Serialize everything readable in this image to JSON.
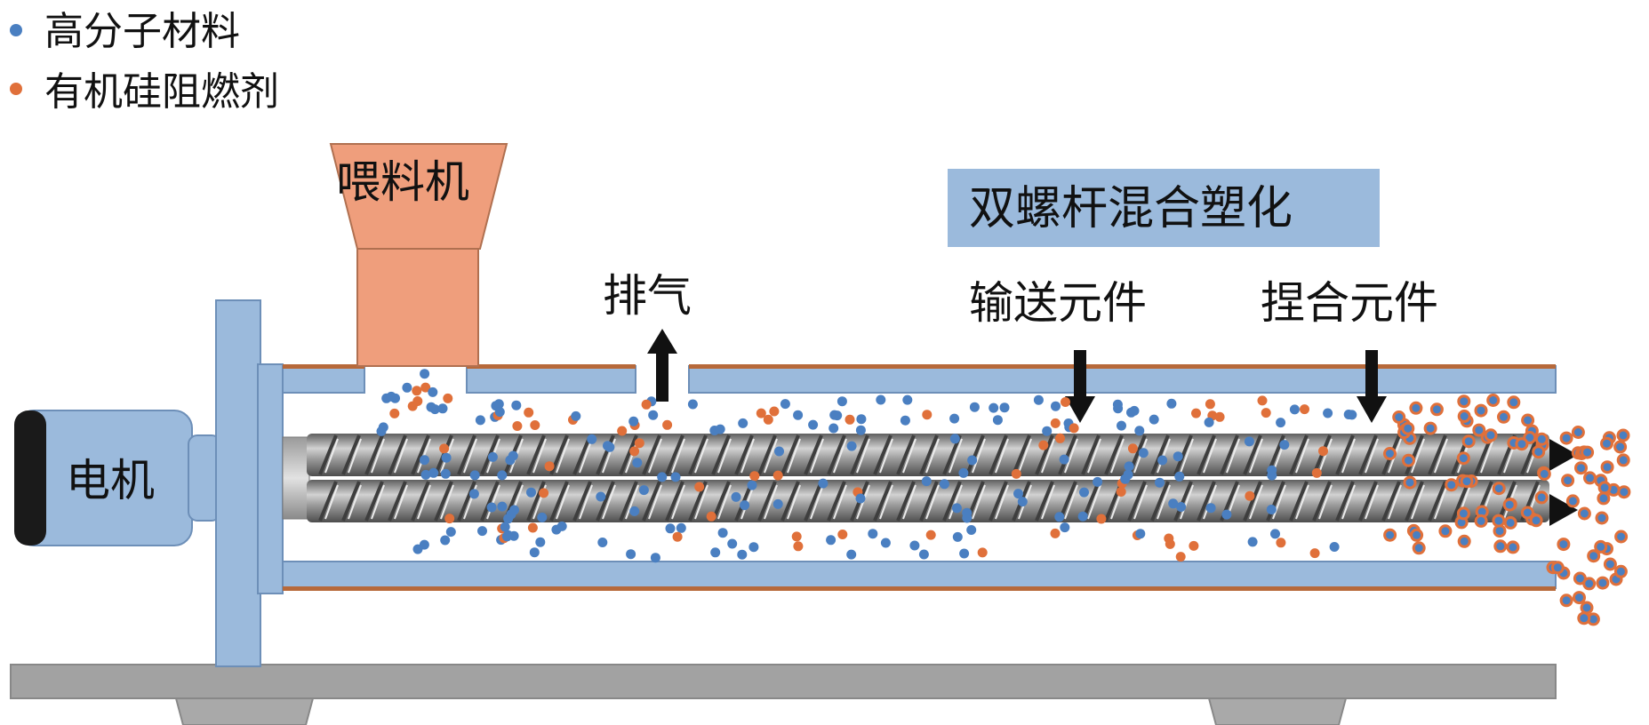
{
  "legend": {
    "items": [
      {
        "label": "高分子材料",
        "color": "#4a7fc1"
      },
      {
        "label": "有机硅阻燃剂",
        "color": "#e0703a"
      }
    ]
  },
  "labels": {
    "feeder": "喂料机",
    "motor": "电机",
    "vent": "排气",
    "title": "双螺杆混合塑化",
    "conveying": "输送元件",
    "kneading": "捏合元件"
  },
  "colors": {
    "frame_blue": "#9bbadc",
    "frame_stroke": "#6d8fb8",
    "feeder_fill": "#ef9e7c",
    "barrel_brown": "#b7693a",
    "base_gray": "#a2a2a2",
    "screw_gray": "#8c8c8c",
    "title_box": "#9bbadc"
  }
}
